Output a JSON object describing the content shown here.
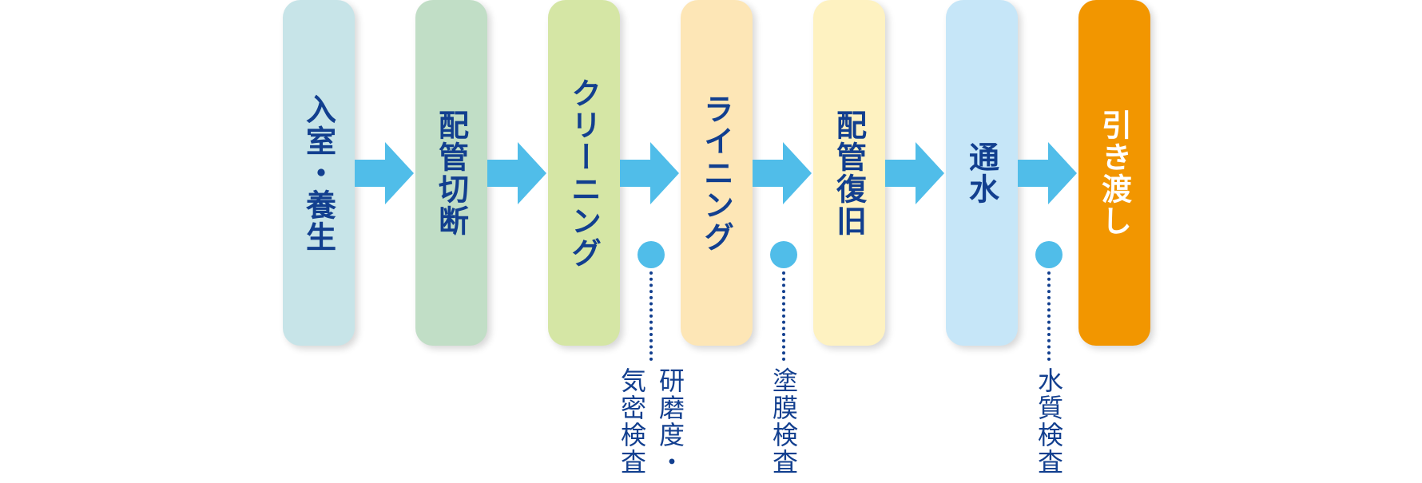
{
  "colors": {
    "arrow": "#50bde9",
    "text": "#123f8f",
    "step_colors": [
      "#c7e4e8",
      "#c1dec6",
      "#d5e6a5",
      "#fde6b6",
      "#fef2c1",
      "#c6e6f8",
      "#f29600"
    ]
  },
  "steps": [
    {
      "label": "入室・養生"
    },
    {
      "label": "配管切断"
    },
    {
      "label": "クリーニング"
    },
    {
      "label": "ライニング"
    },
    {
      "label": "配管復旧"
    },
    {
      "label": "通水"
    },
    {
      "label": "引き渡し"
    }
  ],
  "inspections": [
    {
      "label": "研磨度・\n気密検査"
    },
    {
      "label": "塗膜検査"
    },
    {
      "label": "水質検査"
    }
  ]
}
